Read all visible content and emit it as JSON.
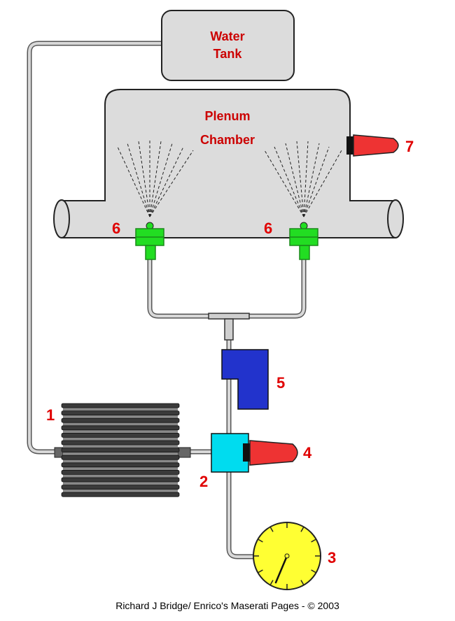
{
  "labels": {
    "water_tank_line1": "Water",
    "water_tank_line2": "Tank",
    "plenum_line1": "Plenum",
    "plenum_line2": "Chamber"
  },
  "numbers": {
    "n1": "1",
    "n2": "2",
    "n3": "3",
    "n4": "4",
    "n5": "5",
    "n6_left": "6",
    "n6_right": "6",
    "n7": "7"
  },
  "footer": "Richard J Bridge/ Enrico's Maserati Pages - © 2003",
  "colors": {
    "tank_fill": "#dcdcdc",
    "label_text": "#cc0000",
    "number_text": "#e00000",
    "injector": "#22dd22",
    "pump_block": "#00dcef",
    "blue_block": "#2233cc",
    "red_cone": "#ee3333",
    "gauge": "#ffff33",
    "heatsink": "#555555"
  }
}
